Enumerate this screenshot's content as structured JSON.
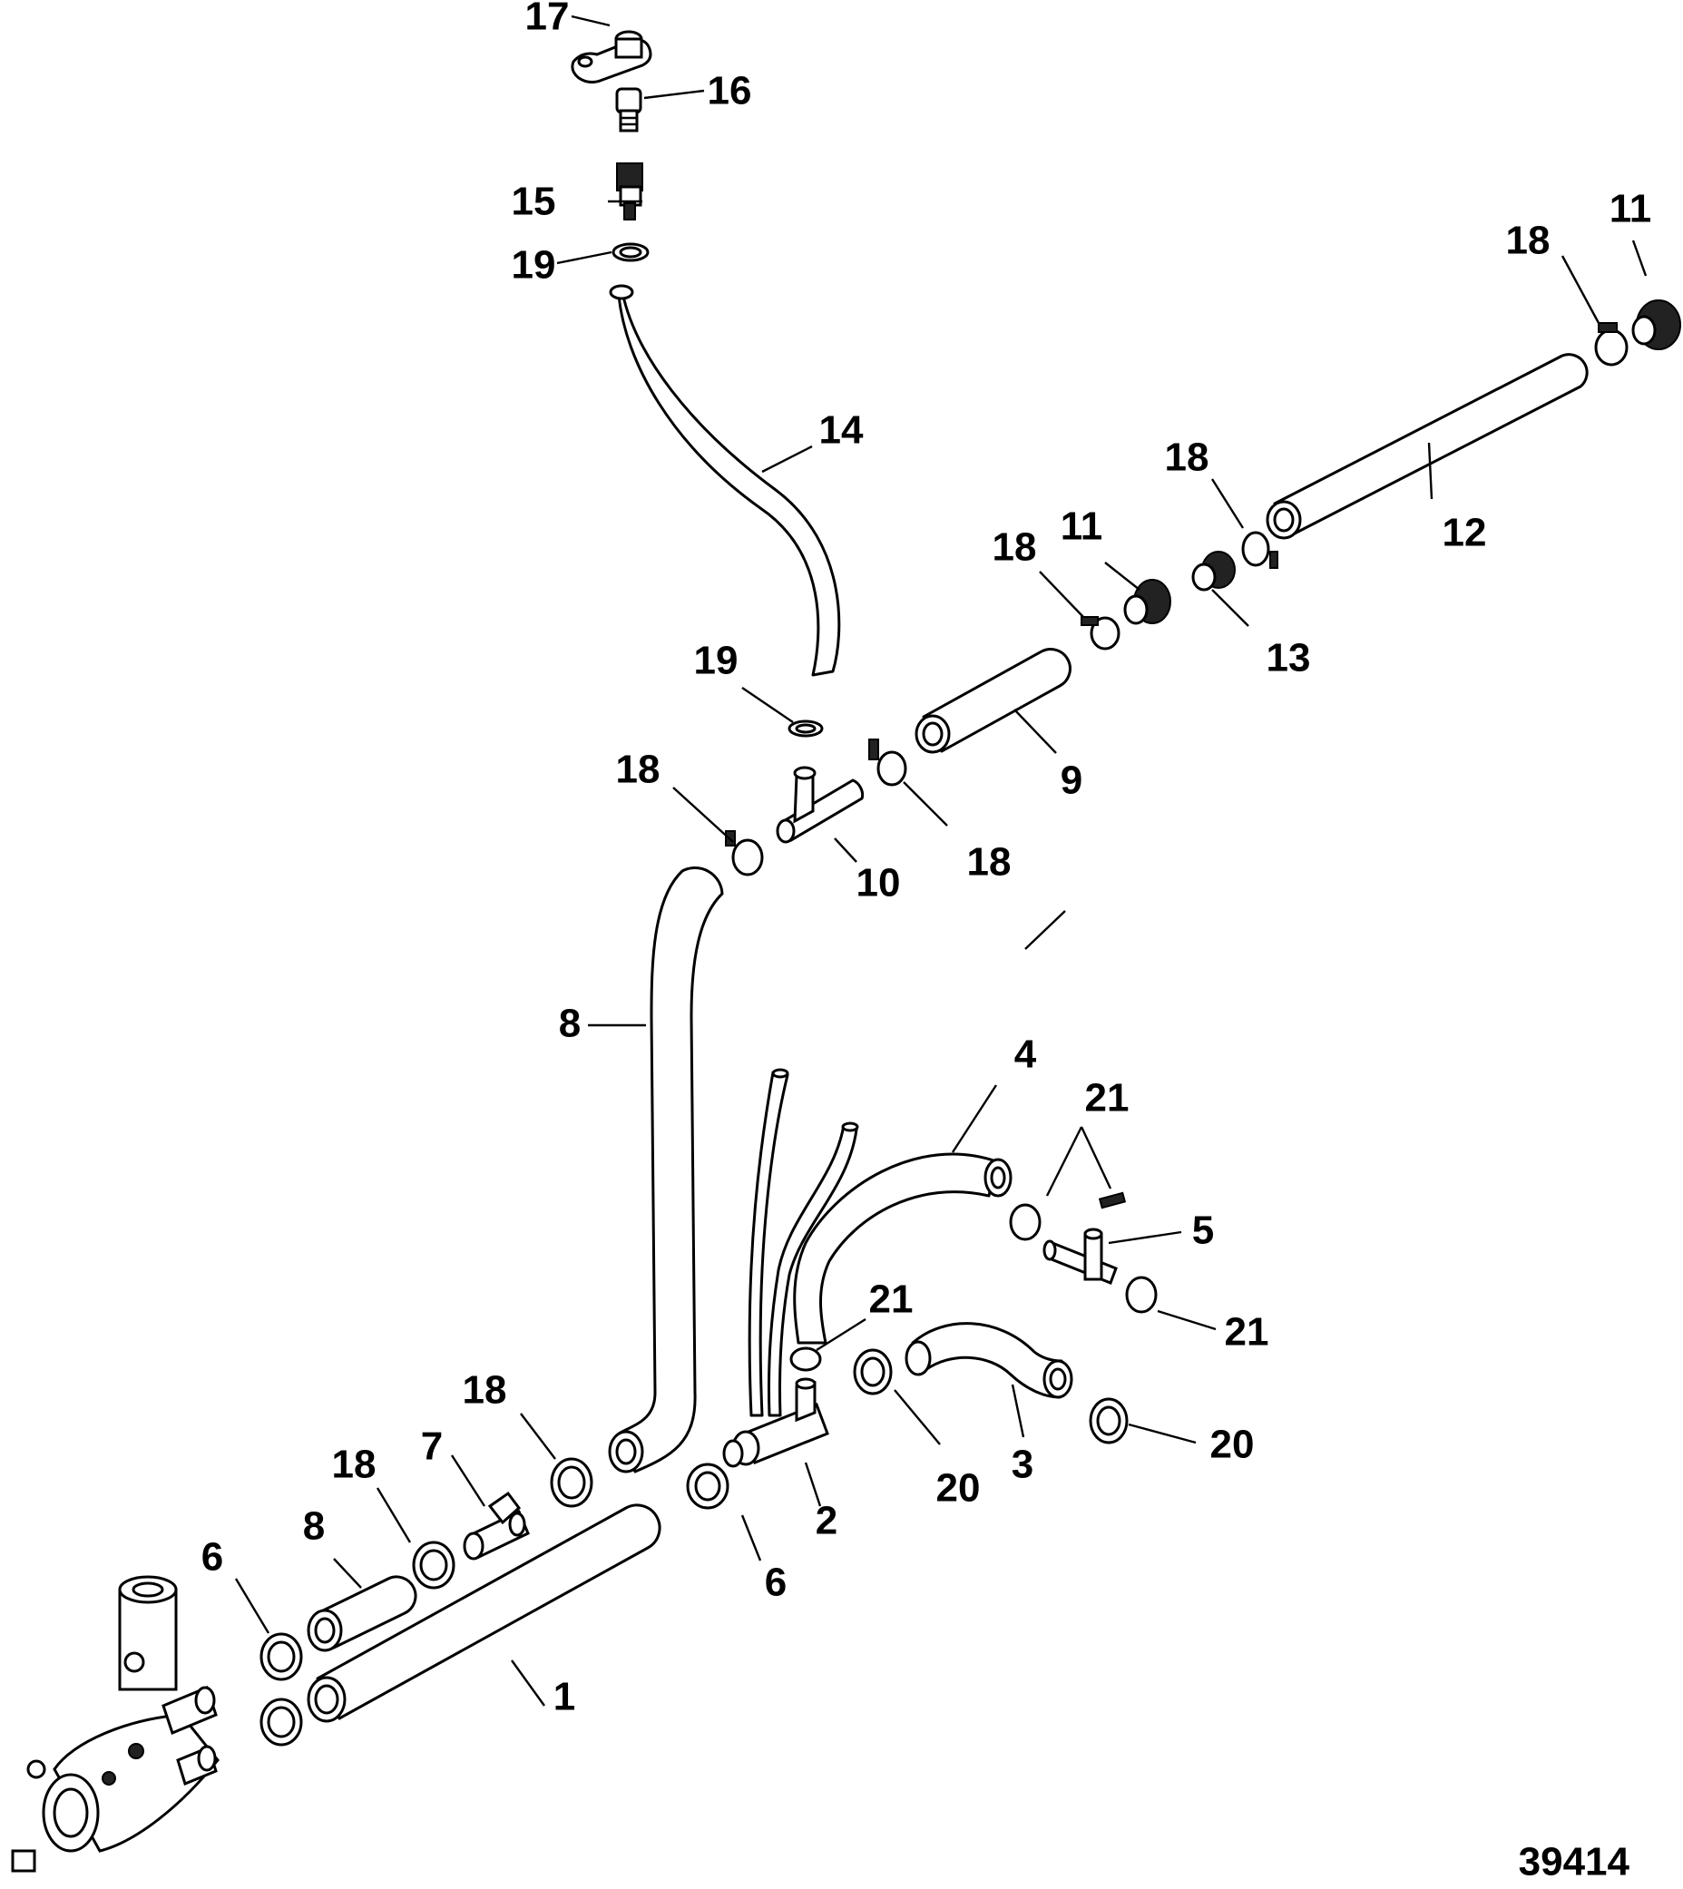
{
  "callouts": {
    "c17": "17",
    "c16": "16",
    "c15": "15",
    "c19a": "19",
    "c14": "14",
    "c18_top_right": "18",
    "c11_top_right": "11",
    "c18_mid1": "18",
    "c12": "12",
    "c18_mid2": "18",
    "c11_mid": "11",
    "c13": "13",
    "c19b": "19",
    "c9": "9",
    "c18_a": "18",
    "c18_b": "18",
    "c10": "10",
    "c8_upper": "8",
    "c4": "4",
    "c21_a": "21",
    "c5": "5",
    "c21_b": "21",
    "c21_c": "21",
    "c18_low1": "18",
    "c7": "7",
    "c18_low2": "18",
    "c8_lower": "8",
    "c6_left": "6",
    "c1": "1",
    "c6_mid": "6",
    "c2": "2",
    "c20_a": "20",
    "c3": "3",
    "c20_b": "20"
  },
  "figure_number": "39414"
}
